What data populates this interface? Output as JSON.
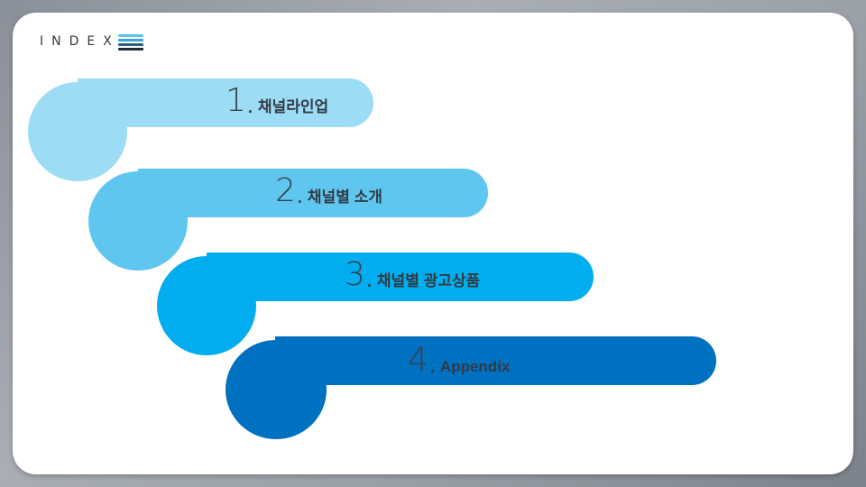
{
  "header": {
    "title": "INDEX",
    "icon": "menu-lines-icon"
  },
  "items": [
    {
      "number": "1",
      "separator": ".",
      "label": "채널라인업",
      "color": "#9ddcf5"
    },
    {
      "number": "2",
      "separator": ".",
      "label": "채널별 소개",
      "color": "#5fc6f0"
    },
    {
      "number": "3",
      "separator": ".",
      "label": "채널별 광고상품",
      "color": "#00aeef"
    },
    {
      "number": "4",
      "separator": ".",
      "label": "Appendix",
      "color": "#0070c0"
    }
  ]
}
